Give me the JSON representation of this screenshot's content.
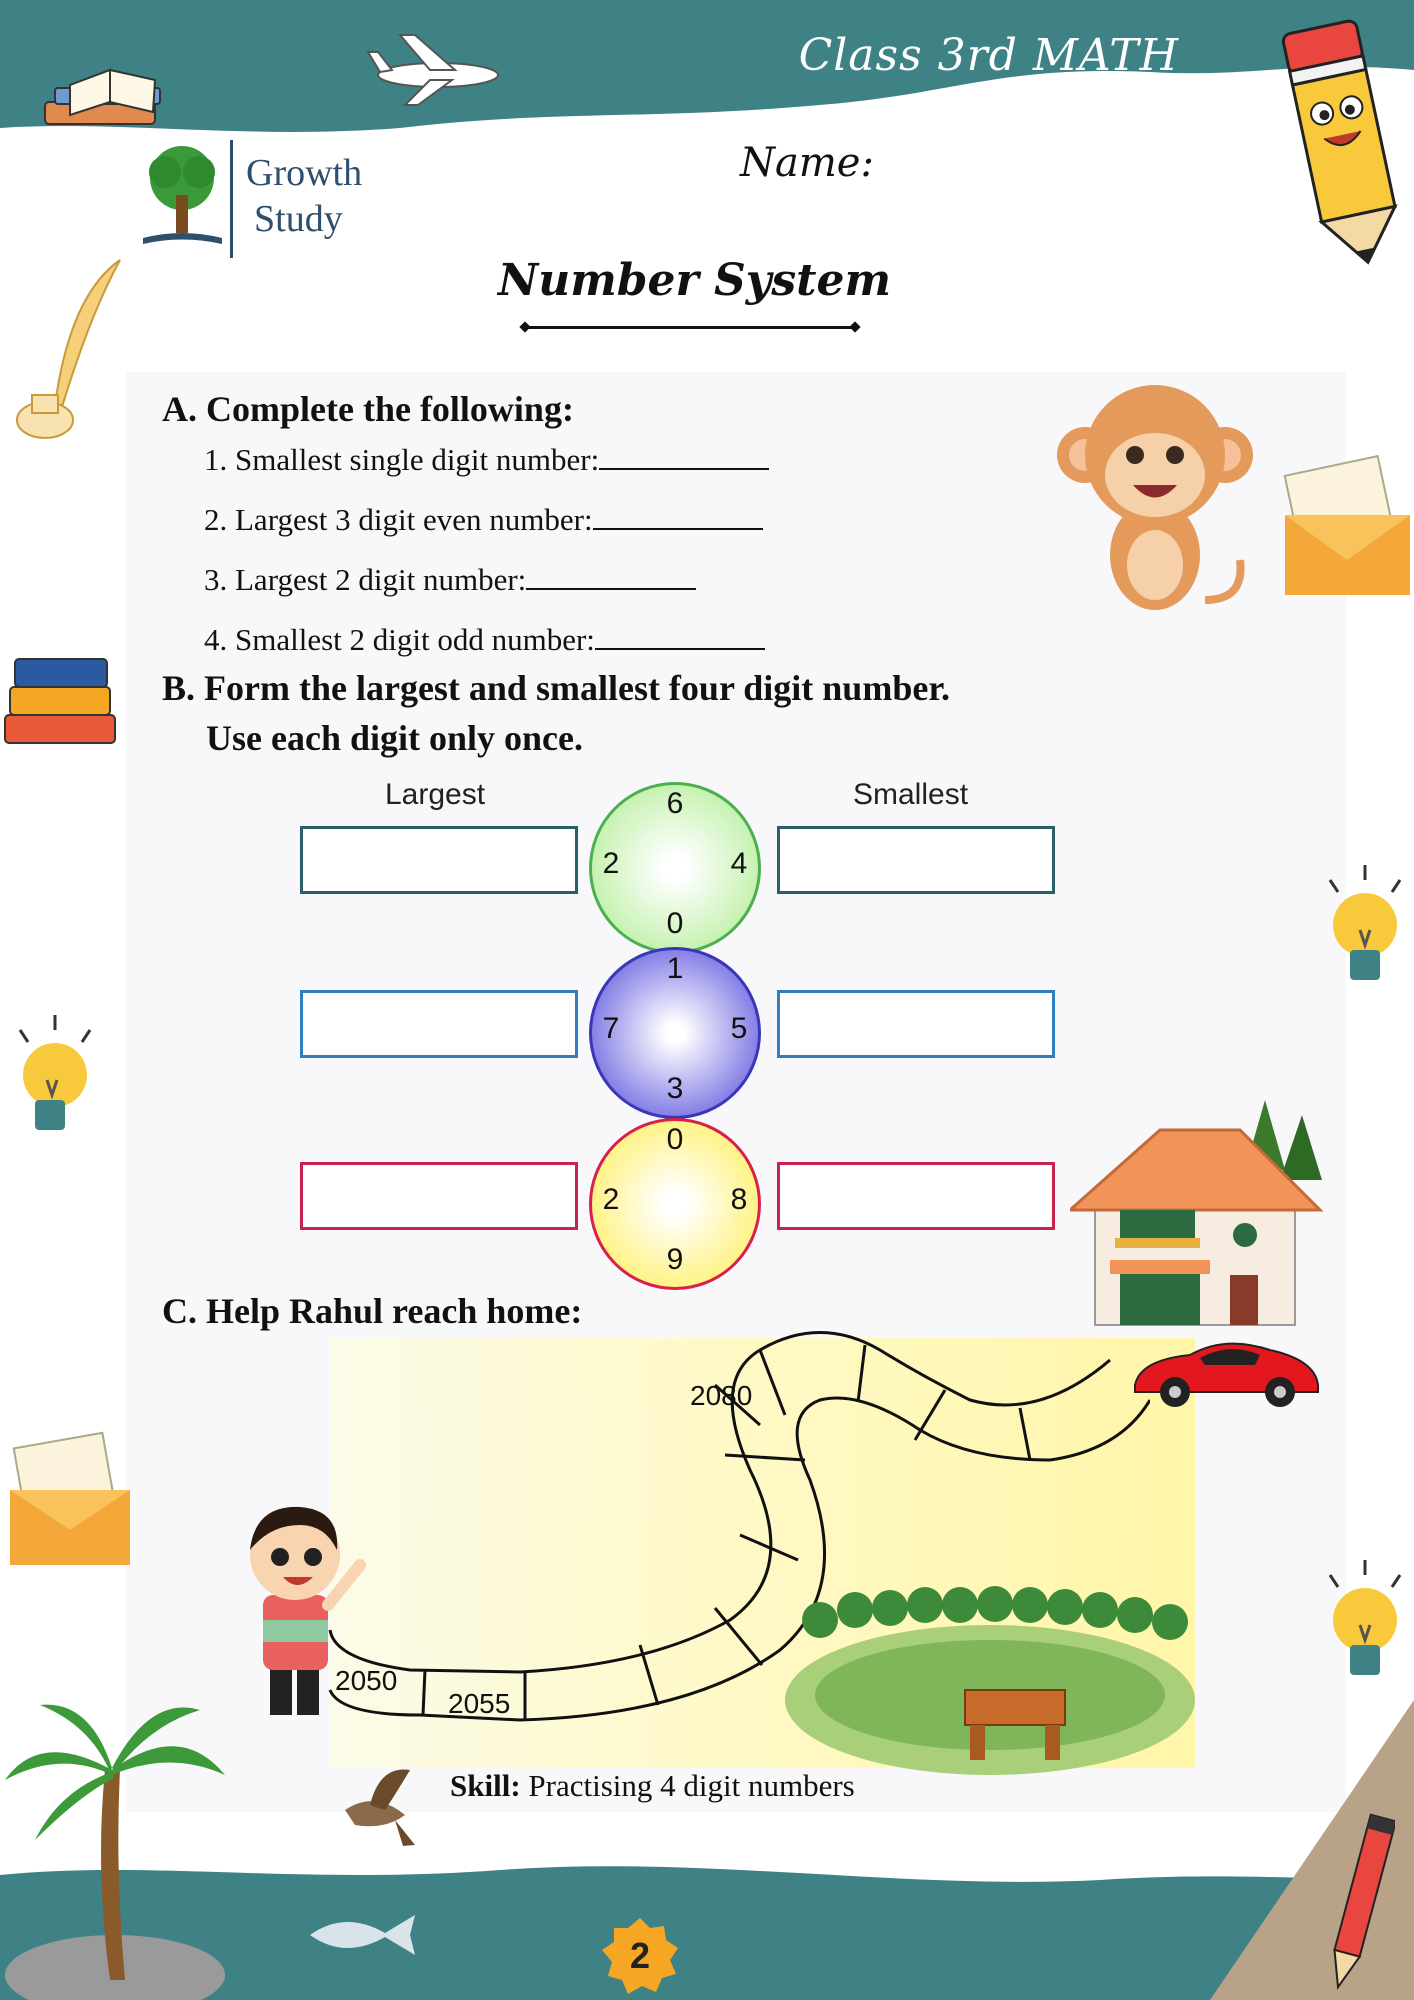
{
  "header": {
    "class_title": "Class 3rd MATH",
    "brand_line1": "Growth",
    "brand_line2": "Study",
    "name_label": "Name:"
  },
  "page_title": "Number System",
  "section_a": {
    "heading": "A. Complete the following:",
    "questions": [
      "1. Smallest single digit number:",
      "2. Largest 3 digit even number:",
      "3. Largest 2 digit number:",
      "4. Smallest 2 digit odd number:"
    ]
  },
  "section_b": {
    "heading_line1": "B. Form the largest and smallest four digit number.",
    "heading_line2": "Use each digit only once.",
    "largest_label": "Largest",
    "smallest_label": "Smallest",
    "circles": [
      {
        "top": "6",
        "left": "2",
        "right": "4",
        "bottom": "0",
        "color": "#4caf50",
        "fill": "#b9ef9f",
        "box_color": "#2a5f6a"
      },
      {
        "top": "1",
        "left": "7",
        "right": "5",
        "bottom": "3",
        "color": "#3a36b8",
        "fill": "#6a63e0",
        "box_color": "#2f7ec0"
      },
      {
        "top": "0",
        "left": "2",
        "right": "8",
        "bottom": "9",
        "color": "#d8204d",
        "fill": "#fff06a",
        "box_color": "#c8234f"
      }
    ]
  },
  "section_c": {
    "heading": "C. Help Rahul reach home:",
    "path_numbers": [
      "2080",
      "2050",
      "2055"
    ]
  },
  "footer": {
    "skill_label": "Skill:",
    "skill_text": "Practising 4 digit numbers",
    "page_number": "2"
  },
  "colors": {
    "teal_band": "#3f8286",
    "answer_line": "#111111"
  },
  "icons": [
    "open-book-icon",
    "airplane-icon",
    "pencil-mascot-icon",
    "tree-logo-icon",
    "quill-icon",
    "monkey-icon",
    "envelope-icon",
    "book-stack-icon",
    "lightbulb-icon",
    "house-icon",
    "car-icon",
    "boy-icon",
    "park-icon",
    "palm-tree-icon",
    "bird-icon",
    "fish-icon",
    "pencil-icon"
  ]
}
